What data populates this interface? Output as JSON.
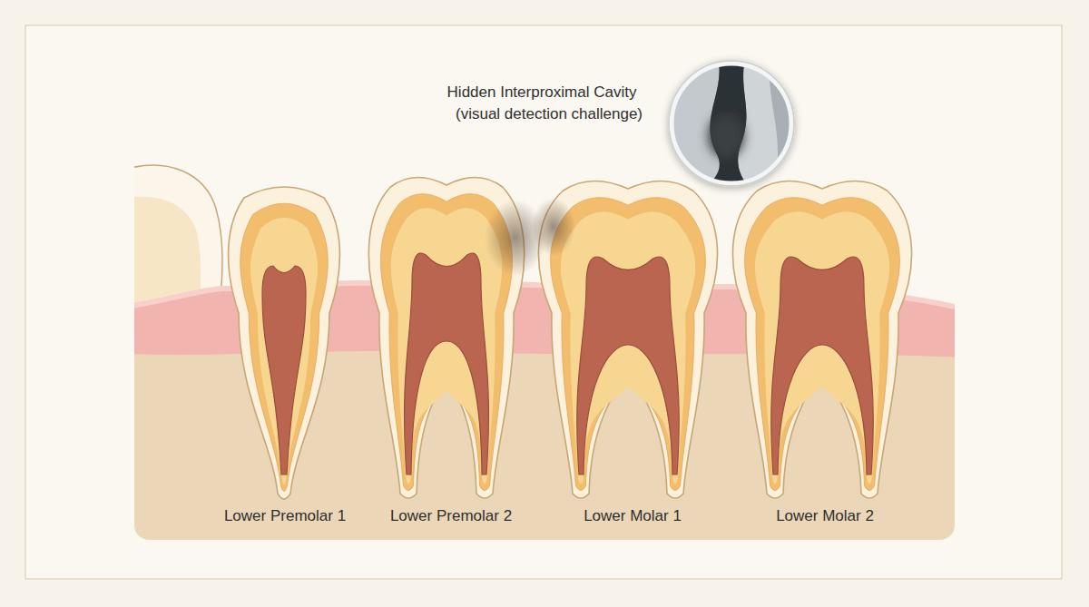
{
  "diagram": {
    "labels": [
      "Hidden Interproximal Cavity",
      "(visual detection challenge)",
      "Lower Premolar 1",
      "Lower Premolar 2",
      "Lower Molar 1",
      "Lower Molar 2"
    ]
  }
}
